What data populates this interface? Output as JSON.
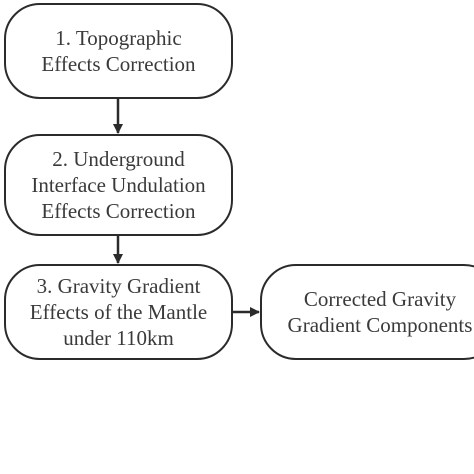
{
  "diagram": {
    "nodes": [
      {
        "id": "step-1",
        "lines": [
          "1. Topographic",
          "Effects Correction"
        ]
      },
      {
        "id": "step-2",
        "lines": [
          "2. Underground",
          "Interface Undulation",
          "Effects Correction"
        ]
      },
      {
        "id": "step-3",
        "lines": [
          "3. Gravity Gradient",
          "Effects of the Mantle",
          "under 110km"
        ]
      },
      {
        "id": "result",
        "lines": [
          "Corrected Gravity",
          "Gradient Components"
        ]
      }
    ],
    "edges": [
      {
        "from": "step-1",
        "to": "step-2"
      },
      {
        "from": "step-2",
        "to": "step-3"
      },
      {
        "from": "step-3",
        "to": "result"
      }
    ],
    "colors": {
      "stroke": "#2b2b2b",
      "text": "#3a3a3a",
      "background": "#ffffff"
    }
  }
}
